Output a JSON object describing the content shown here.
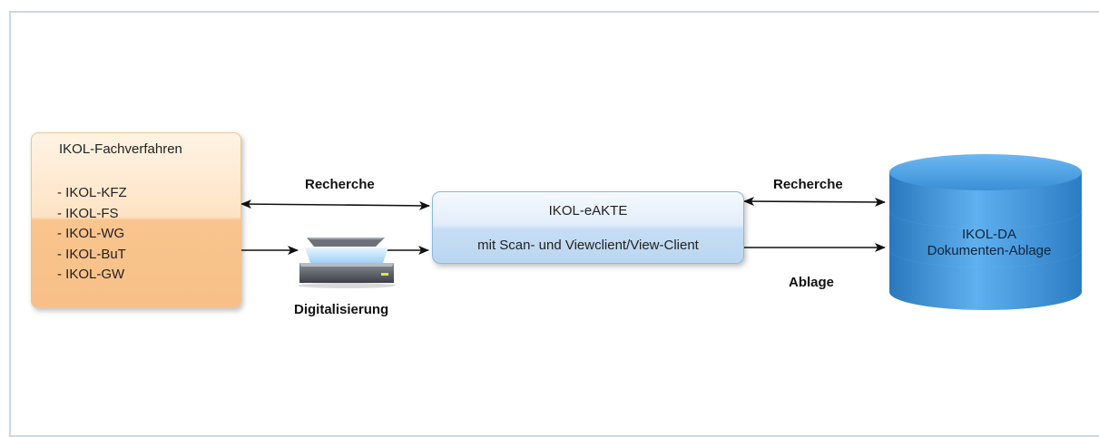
{
  "fachverfahren": {
    "title": "IKOL-Fachverfahren",
    "items": [
      "- IKOL-KFZ",
      "- IKOL-FS",
      "- IKOL-WG",
      "- IKOL-BuT",
      "- IKOL-GW"
    ],
    "colors": {
      "top": "#fff3e4",
      "bottom": "#f8c088"
    }
  },
  "eakte": {
    "title": "IKOL-eAKTE",
    "subtitle": "mit Scan- und Viewclient/View-Client",
    "colors": {
      "top": "#f4f9fe",
      "bottom": "#bad6f0"
    }
  },
  "database": {
    "title": "IKOL-DA",
    "subtitle": "Dokumenten-Ablage",
    "icon": "database-cylinder-icon",
    "color": "#3a8fd6"
  },
  "scanner": {
    "icon": "scanner-icon",
    "label": "Digitalisierung"
  },
  "edges": {
    "recherche_left": "Recherche",
    "recherche_right": "Recherche",
    "ablage": "Ablage"
  }
}
